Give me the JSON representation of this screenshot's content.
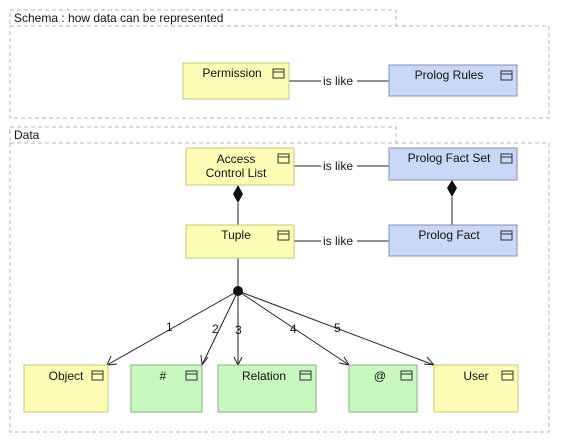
{
  "colors": {
    "yellow": "#fdfdb6",
    "yellow_border": "#c8c878",
    "blue": "#c9d8f7",
    "blue_border": "#7f8fb2",
    "green": "#c8f7c0",
    "green_border": "#86b07e",
    "group_border": "#b5b5b5",
    "line": "#222222"
  },
  "groups": {
    "schema": {
      "label": "Schema : how data can be represented"
    },
    "data": {
      "label": "Data"
    }
  },
  "nodes": {
    "permission": {
      "lines": [
        "Permission"
      ],
      "color": "yellow"
    },
    "prolog_rules": {
      "lines": [
        "Prolog Rules"
      ],
      "color": "blue"
    },
    "acl": {
      "lines": [
        "Access",
        "Control List"
      ],
      "color": "yellow"
    },
    "prolog_fact_set": {
      "lines": [
        "Prolog Fact Set"
      ],
      "color": "blue"
    },
    "tuple": {
      "lines": [
        "Tuple"
      ],
      "color": "yellow"
    },
    "prolog_fact": {
      "lines": [
        "Prolog Fact"
      ],
      "color": "blue"
    },
    "object": {
      "lines": [
        "Object"
      ],
      "color": "yellow"
    },
    "hash": {
      "lines": [
        "#"
      ],
      "color": "green"
    },
    "relation": {
      "lines": [
        "Relation"
      ],
      "color": "green"
    },
    "at": {
      "lines": [
        "@"
      ],
      "color": "green"
    },
    "user": {
      "lines": [
        "User"
      ],
      "color": "yellow"
    }
  },
  "relations": {
    "is_like": "is like"
  },
  "order_labels": [
    "1",
    "2",
    "3",
    "4",
    "5"
  ]
}
